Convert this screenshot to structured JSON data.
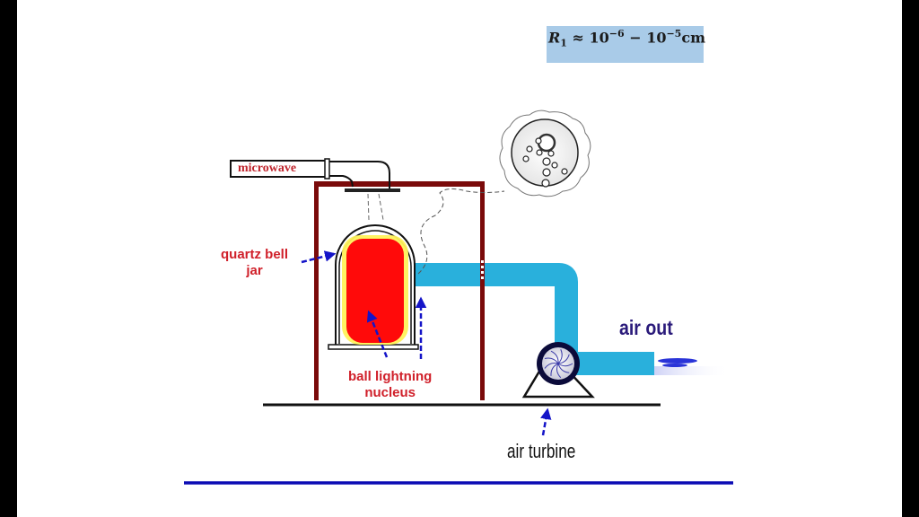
{
  "formula": {
    "symbol": "R",
    "subscript": "1",
    "approx": " ≈ 10",
    "exp1": "−6",
    "dash": " − 10",
    "exp2": "−5",
    "unit": "cm"
  },
  "labels": {
    "microwave": "microwave",
    "quartz_bell_jar_line1": "quartz bell",
    "quartz_bell_jar_line2": "jar",
    "nucleus_line1": "ball lightning",
    "nucleus_line2": "nucleus",
    "air_out": "air out",
    "air_turbine": "air turbine"
  },
  "colors": {
    "frame": "#7a0a0a",
    "pipe": "#29b0dc",
    "nucleus": "#ff0a0a",
    "glow": "#fff25a",
    "arrow": "#1414c8",
    "label_red": "#d0202a",
    "divider": "#0a0ab4",
    "formula_bg": "#a9cbe8"
  }
}
